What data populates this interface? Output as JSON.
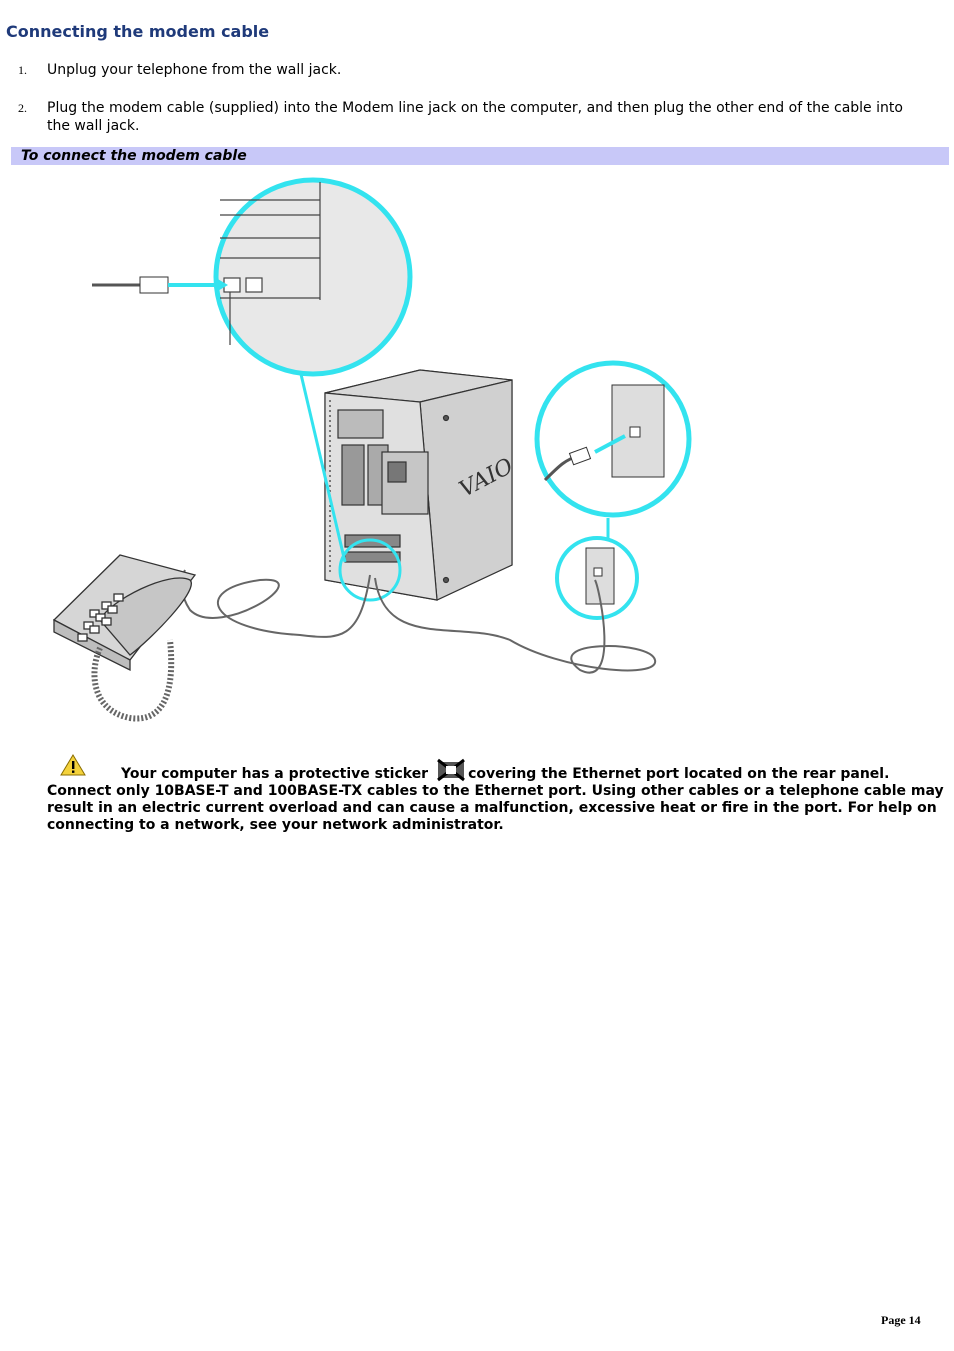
{
  "heading": "Connecting the modem cable",
  "steps": [
    {
      "num": "1.",
      "text": "Unplug your telephone from the wall jack."
    },
    {
      "num": "2.",
      "text": "Plug the modem cable (supplied) into the Modem line jack on the computer, and then plug the other end of the cable into the wall jack."
    }
  ],
  "figure": {
    "caption": "To connect the modem cable",
    "brand_mark": "VAIO",
    "accent_color": "#33e3ef"
  },
  "caution": {
    "icon": "warning-icon",
    "text_before_icon": "Your computer has a protective sticker",
    "sticker_icon": "no-ethernet-sticker-icon",
    "text_after_icon": "covering the Ethernet port located on the rear panel. Connect only 10BASE-T and 100BASE-TX cables to the Ethernet port. Using other cables or a telephone cable may result in an electric current overload and can cause a malfunction, excessive heat or fire in the port. For help on connecting to a network, see your network administrator."
  },
  "footer": {
    "page_label": "Page 14"
  }
}
